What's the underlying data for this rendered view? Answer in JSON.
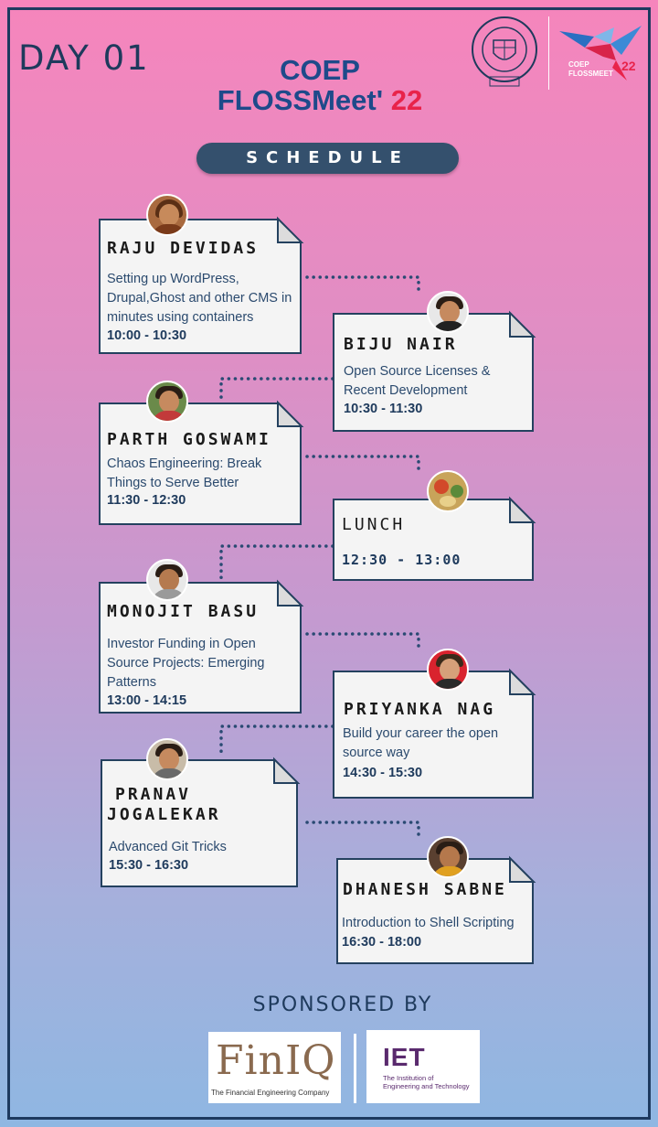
{
  "header": {
    "day": "DAY 01",
    "title_line1": "COEP",
    "title_line2": "FLOSSMeet'",
    "title_year": "22",
    "logo_text_1": "COEP",
    "logo_text_2": "FLOSSMEET",
    "logo_year": "22"
  },
  "section": {
    "label": "SCHEDULE"
  },
  "sessions": [
    {
      "speaker": "RAJU DEVIDAS",
      "topic": "Setting up WordPress, Drupal,Ghost and other CMS in minutes using containers",
      "time": "10:00 - 10:30"
    },
    {
      "speaker": "BIJU NAIR",
      "topic": "Open Source Licenses & Recent Development",
      "time": "10:30 - 11:30"
    },
    {
      "speaker": "PARTH GOSWAMI",
      "topic": "Chaos Engineering: Break Things to Serve Better",
      "time": "11:30 - 12:30"
    },
    {
      "speaker": "LUNCH",
      "topic": "",
      "time": "12:30 - 13:00"
    },
    {
      "speaker": "MONOJIT BASU",
      "topic": "Investor Funding in Open Source Projects: Emerging Patterns",
      "time": "13:00 - 14:15"
    },
    {
      "speaker": "PRIYANKA NAG",
      "topic": "Build your career the open source way",
      "time": "14:30 - 15:30"
    },
    {
      "speaker_line1": "PRANAV",
      "speaker_line2": "JOGALEKAR",
      "topic": "Advanced Git Tricks",
      "time": "15:30 - 16:30"
    },
    {
      "speaker": "DHANESH SABNE",
      "topic": "Introduction to Shell Scripting",
      "time": "16:30 - 18:00"
    }
  ],
  "sponsors": {
    "label": "SPONSORED BY",
    "finiq_name": "FinIQ",
    "finiq_tagline": "The Financial Engineering Company",
    "iet_name": "IET",
    "iet_tagline_1": "The Institution of",
    "iet_tagline_2": "Engineering and Technology"
  }
}
